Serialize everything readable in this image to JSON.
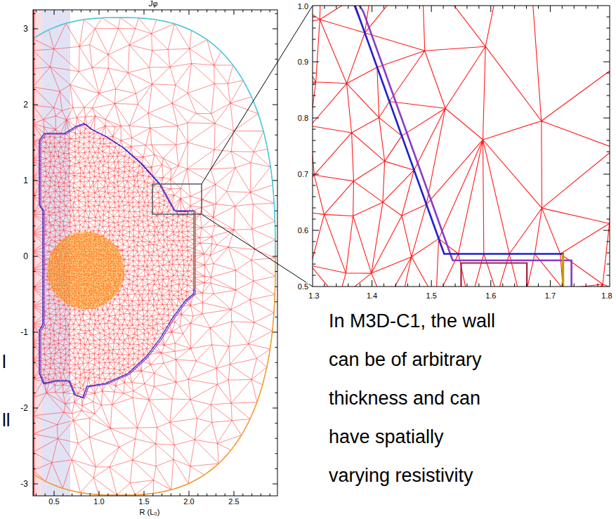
{
  "diagram": {
    "title": "Jφ",
    "caption": "In M3D-C1, the wall can be of arbitrary thickness and can have spatially varying resistivity",
    "labels": [
      "3",
      "2",
      "1",
      "0",
      "-1",
      "-2",
      "-3",
      "0.5",
      "1.0",
      "1.5",
      "2.0",
      "2.5",
      "R (L₀)",
      "1.0",
      "0.9",
      "0.8",
      "0.7",
      "0.6",
      "0.5",
      "1.3",
      "1.4",
      "1.5",
      "1.6",
      "1.7",
      "1.8",
      "l",
      "ll"
    ]
  }
}
